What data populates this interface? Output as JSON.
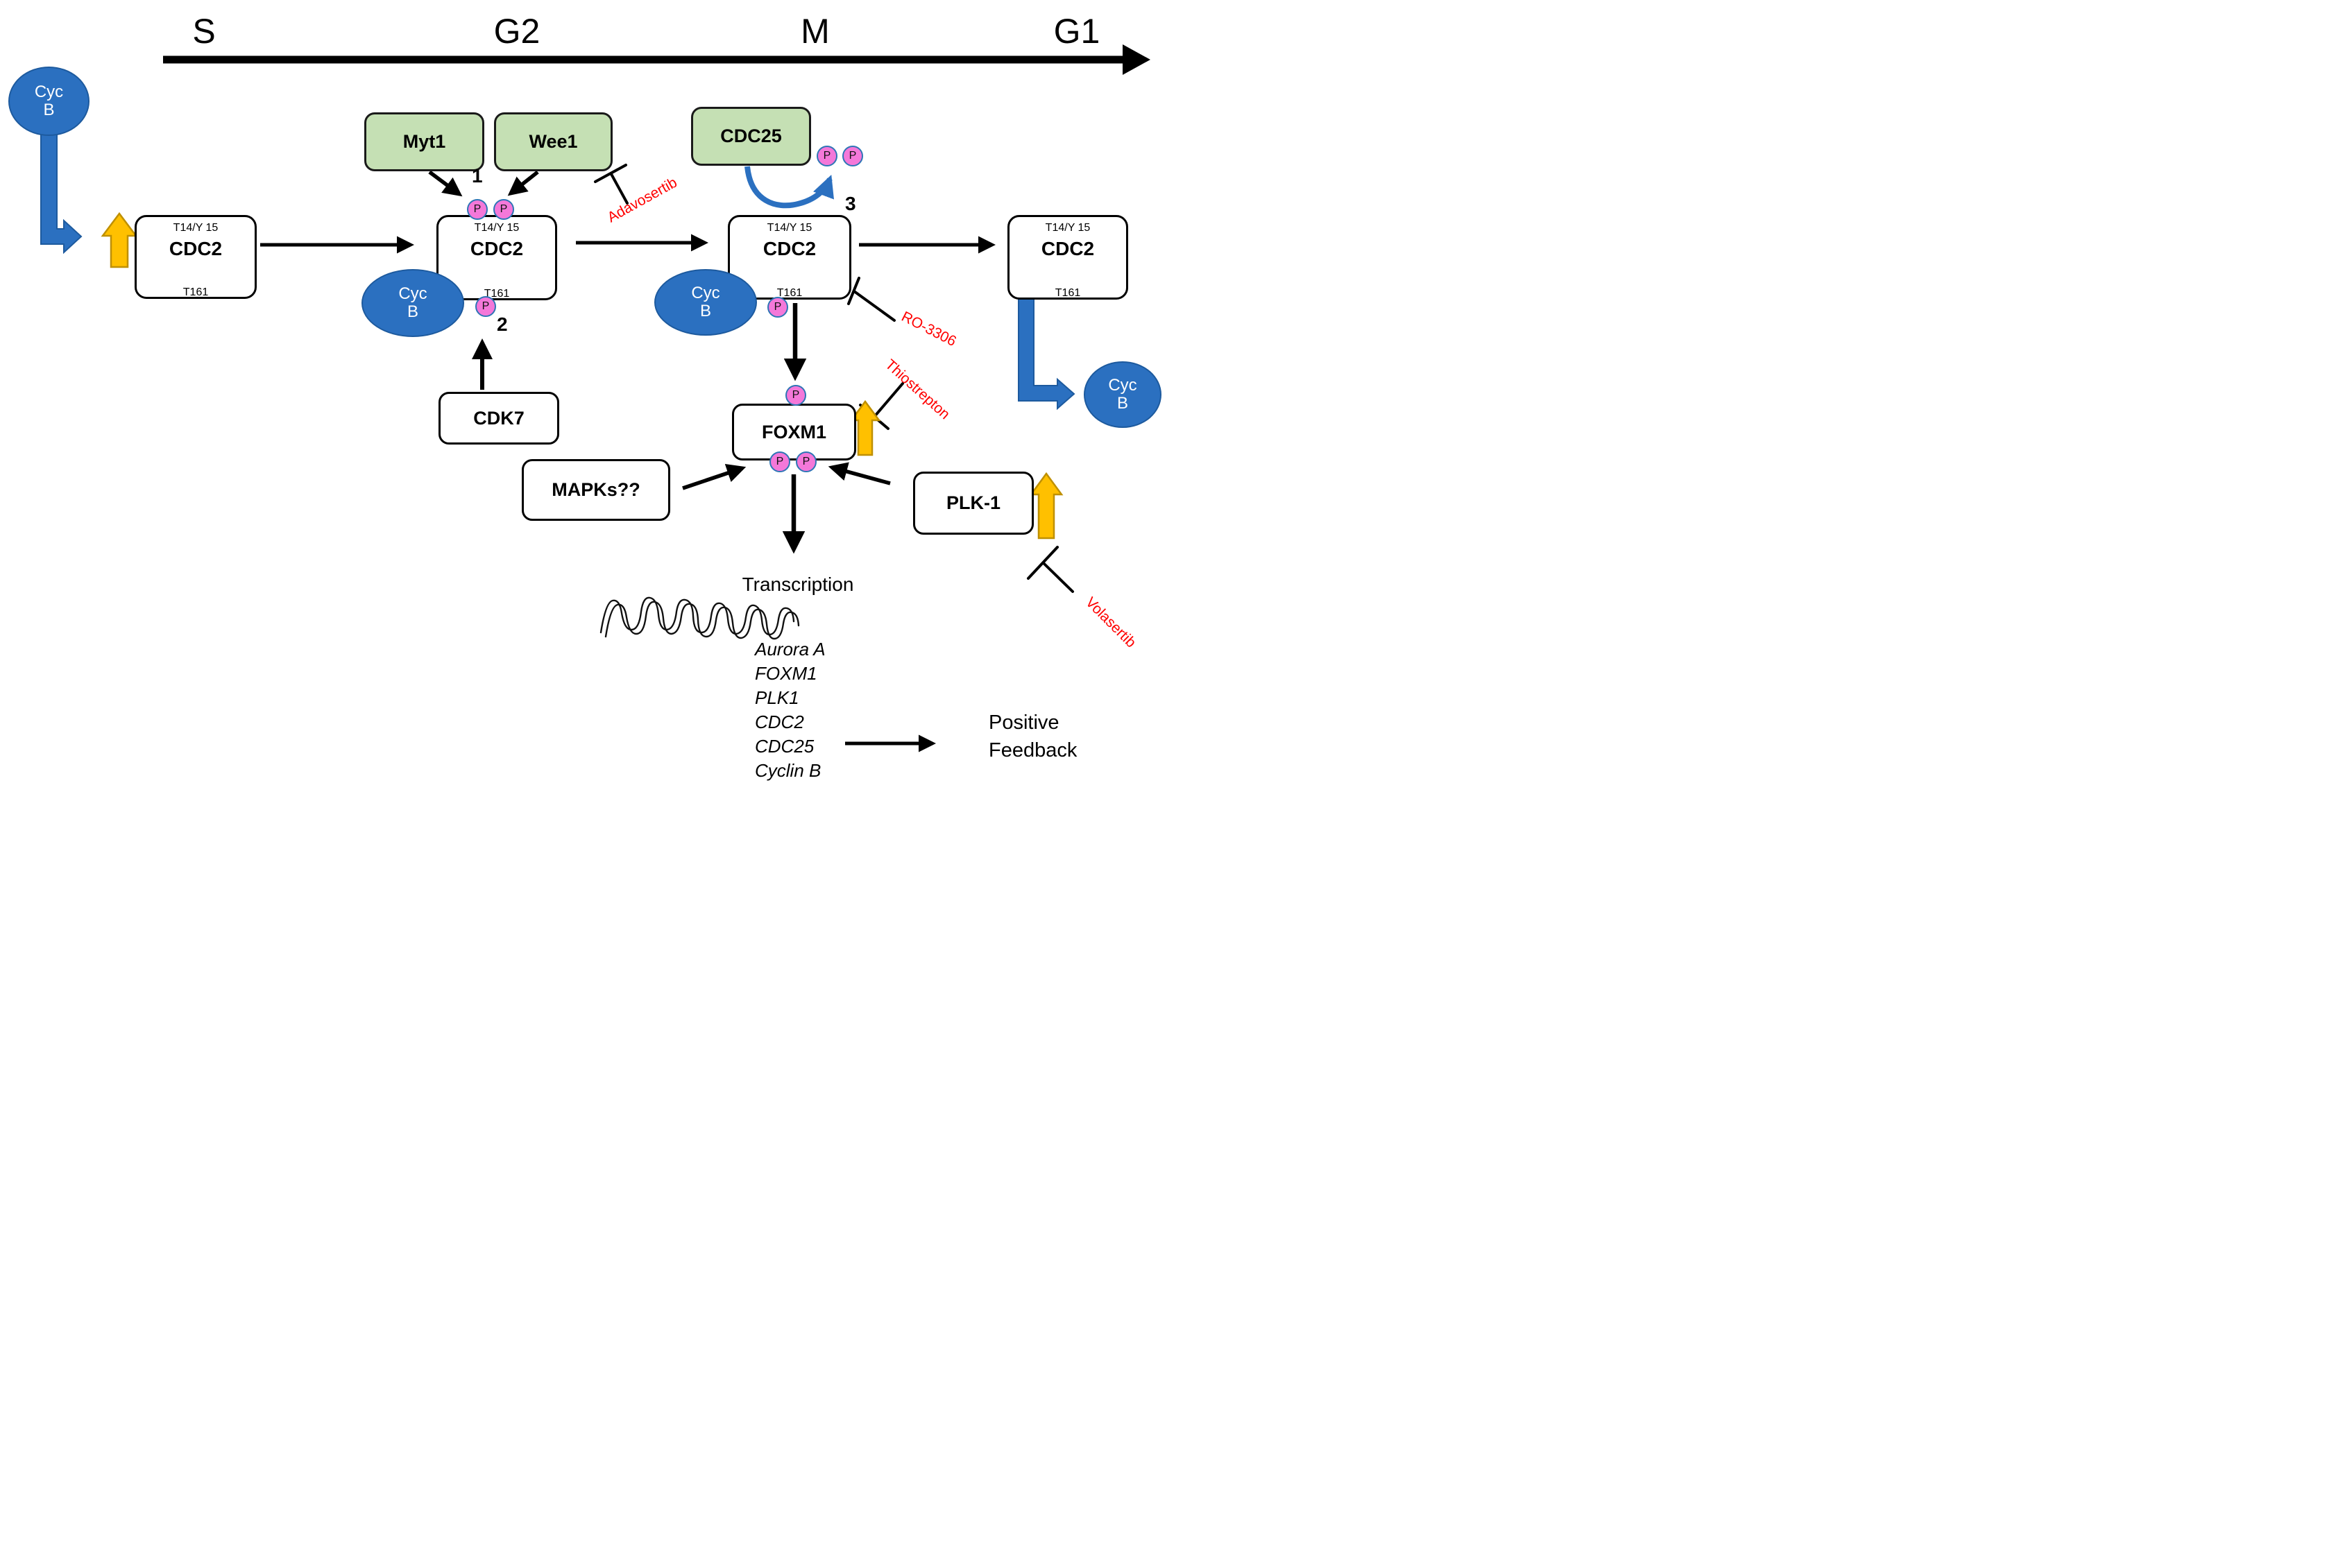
{
  "phases": {
    "s": "S",
    "g2": "G2",
    "m": "M",
    "g1": "G1"
  },
  "proteins": {
    "cyclin_b_line1": "Cyc",
    "cyclin_b_line2": "B",
    "myt1": "Myt1",
    "wee1": "Wee1",
    "cdc25": "CDC25",
    "cdk7": "CDK7",
    "foxm1": "FOXM1",
    "mapks": "MAPKs??",
    "plk1": "PLK-1",
    "cdc2": {
      "site_top": "T14/Y 15",
      "name": "CDC2",
      "site_bottom": "T161"
    },
    "phospho": "P"
  },
  "steps": {
    "one": "1",
    "two": "2",
    "three": "3"
  },
  "drugs": {
    "adavosertib": "Adavosertib",
    "ro3306": "RO-3306",
    "thiostrepton": "Thiostrepton",
    "volasertib": "Volasertib"
  },
  "transcription": {
    "label": "Transcription",
    "genes": [
      "Aurora A",
      "FOXM1",
      "PLK1",
      "CDC2",
      "CDC25",
      "Cyclin B"
    ]
  },
  "feedback": {
    "line1": "Positive",
    "line2": "Feedback"
  },
  "colors": {
    "green_box": "#c5e0b4",
    "blue_shape": "#2b70c0",
    "blue_border": "#1d5a9e",
    "phospho_fill": "#f478d9",
    "phospho_border": "#2e75b6",
    "orange_fill": "#ffc000",
    "orange_border": "#bf9000",
    "drug_red": "#ff0000"
  }
}
